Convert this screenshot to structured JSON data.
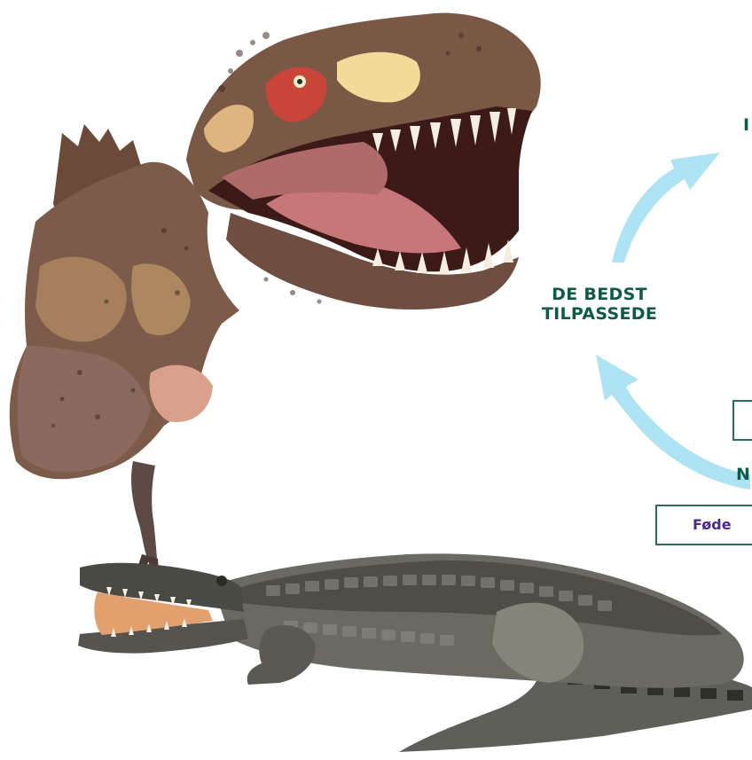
{
  "diagram": {
    "label_fit": "DE BEDST\nTILPASSEDE",
    "label_fit_line1": "DE BEDST",
    "label_fit_line2": "TILPASSEDE",
    "label_top_partial": "I",
    "label_n_partial": "N",
    "factor_box_food": "Føde",
    "colors": {
      "label_text": "#0f5a45",
      "arrow": "#aee3f3",
      "box_border": "#2f6b55",
      "box_text": "#4b2a8a"
    }
  },
  "illustrations": {
    "trex": "trex-head-illustration",
    "crocodile": "crocodile-illustration"
  }
}
